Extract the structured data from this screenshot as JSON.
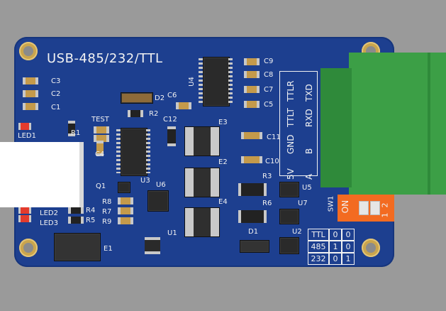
{
  "board": {
    "title": "USB-485/232/TTL",
    "labels": {
      "C3": "C3",
      "C2": "C2",
      "C1": "C1",
      "LED1": "LED1",
      "R1": "R1",
      "TEST": "TEST",
      "C4": "C4",
      "Q1": "Q1",
      "LED2": "LED2",
      "LED3": "LED3",
      "R4": "R4",
      "R5": "R5",
      "R8": "R8",
      "R7": "R7",
      "R9": "R9",
      "E1": "E1",
      "U3": "U3",
      "U6": "U6",
      "U1": "U1",
      "D2": "D2",
      "R2": "R2",
      "C6": "C6",
      "C12": "C12",
      "E3": "E3",
      "E2": "E2",
      "E4": "E4",
      "U4": "U4",
      "C9": "C9",
      "C8": "C8",
      "C7": "C7",
      "C5": "C5",
      "C11": "C11",
      "C10": "C10",
      "R3": "R3",
      "R6": "R6",
      "U5": "U5",
      "U7": "U7",
      "D1": "D1",
      "U2": "U2",
      "SW1": "SW1"
    },
    "terminal": {
      "top_row": [
        "TTLR",
        "TTLT",
        "GND",
        "5V"
      ],
      "bottom_row": [
        "TXD",
        "RXD",
        "B",
        "A"
      ]
    },
    "switch": {
      "on_label": "ON",
      "num1": "1",
      "num2": "2"
    },
    "mode_table": {
      "rows": [
        [
          "TTL",
          "0",
          "0"
        ],
        [
          "485",
          "1",
          "0"
        ],
        [
          "232",
          "0",
          "1"
        ]
      ]
    }
  }
}
